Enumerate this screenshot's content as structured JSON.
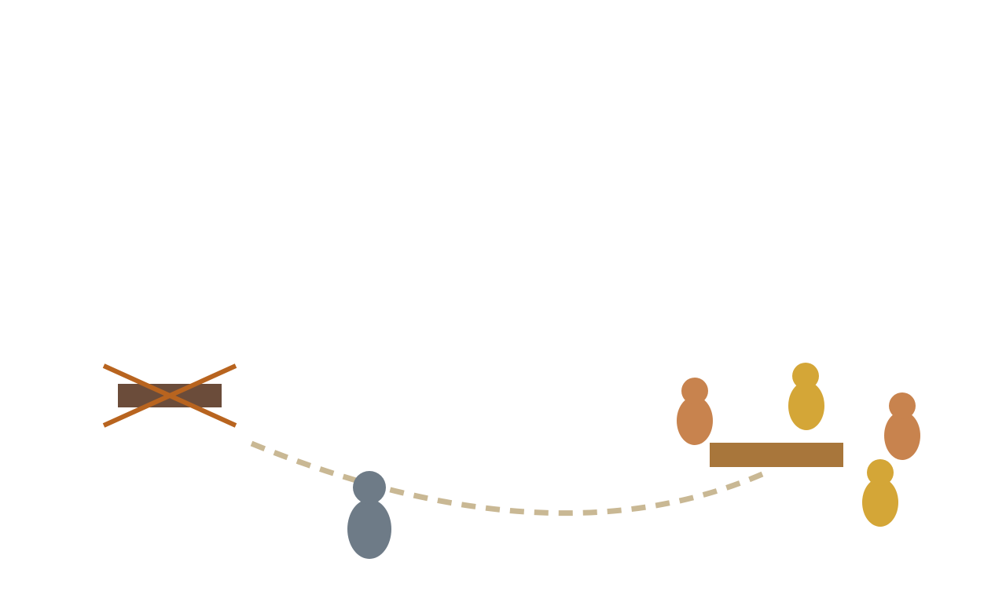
{
  "scene": {
    "background": "#ffffff",
    "colors": {
      "crossed_table": "#6b4c3a",
      "cross_mark": "#b8641f",
      "path": "#c9b894",
      "lone_figure": "#6e7b87",
      "group_table": "#a8763b",
      "figure_orange": "#c8834e",
      "figure_gold": "#d4a637"
    },
    "crossed_table": {
      "icon": "crossed-out-table",
      "crossed": true
    },
    "path": {
      "icon": "dashed-path",
      "style": "dashed"
    },
    "lone_figure": {
      "icon": "person-figure"
    },
    "group_table": {
      "icon": "table",
      "seated_figures": [
        {
          "icon": "person-figure",
          "color": "#c8834e"
        },
        {
          "icon": "person-figure",
          "color": "#d4a637"
        },
        {
          "icon": "person-figure",
          "color": "#c8834e"
        },
        {
          "icon": "person-figure",
          "color": "#d4a637"
        }
      ]
    }
  }
}
